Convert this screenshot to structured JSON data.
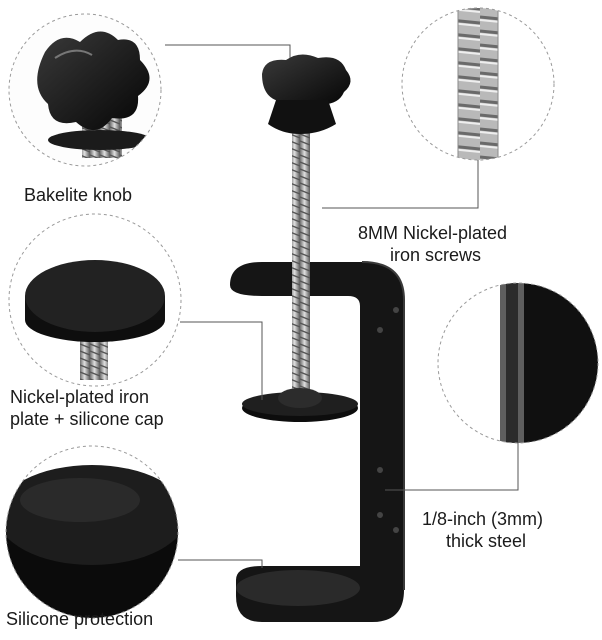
{
  "callouts": {
    "knob": {
      "label": "Bakelite knob",
      "icon": "bakelite-knob-closeup"
    },
    "screw": {
      "line1": "8MM Nickel-plated",
      "line2": "iron screws",
      "icon": "threaded-screw-closeup"
    },
    "plate": {
      "line1": "Nickel-plated iron",
      "line2": "plate + silicone cap",
      "icon": "iron-plate-closeup"
    },
    "steel": {
      "line1": "1/8-inch (3mm)",
      "line2": "thick steel",
      "icon": "steel-edge-closeup"
    },
    "silicone": {
      "label": "Silicone protection",
      "icon": "silicone-pad-closeup"
    }
  },
  "colors": {
    "metal_black": "#141414",
    "steel_gray": "#9a9a9a",
    "line": "#555555",
    "circle_dash": "#9a9a9a"
  }
}
